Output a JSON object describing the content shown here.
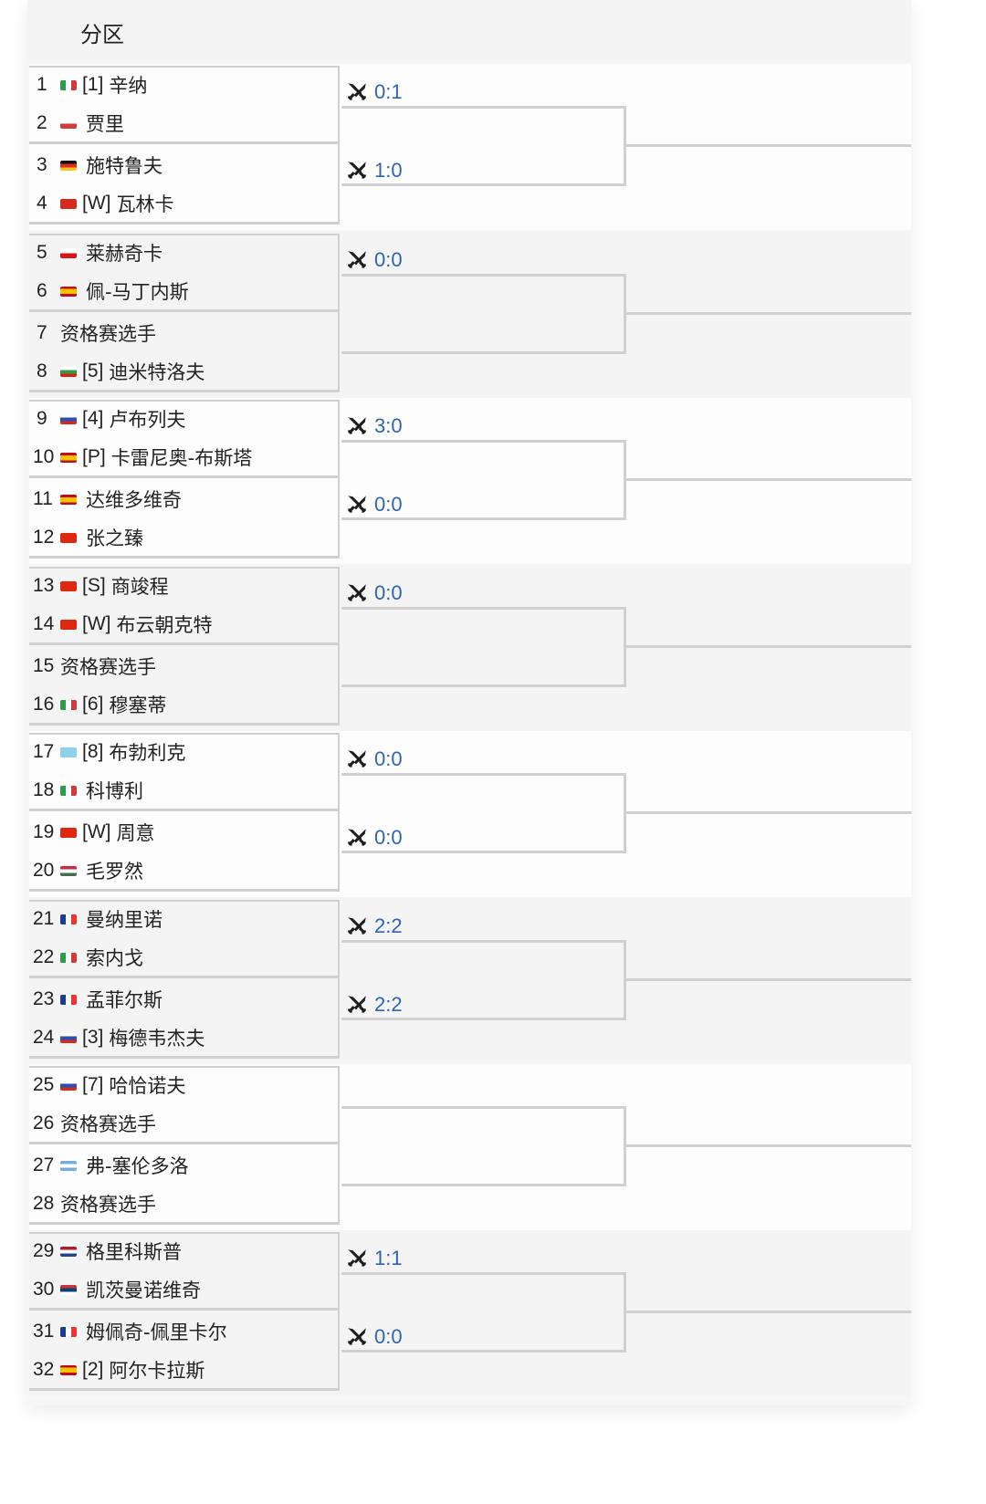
{
  "header": {
    "title": "分区"
  },
  "colors": {
    "score": "#2e63b5",
    "line": "#d0d0d0"
  },
  "groups": [
    {
      "bg": "white",
      "players": [
        {
          "num": "1",
          "flag": "italy",
          "seed": "[1]",
          "name": "辛纳"
        },
        {
          "num": "2",
          "flag": "chile",
          "seed": "",
          "name": "贾里"
        },
        {
          "num": "3",
          "flag": "germany",
          "seed": "",
          "name": "施特鲁夫"
        },
        {
          "num": "4",
          "flag": "switzerland",
          "seed": "[W]",
          "name": "瓦林卡"
        }
      ],
      "scores": [
        "0:1",
        "1:0"
      ]
    },
    {
      "bg": "grey",
      "players": [
        {
          "num": "5",
          "flag": "czech",
          "seed": "",
          "name": "莱赫奇卡"
        },
        {
          "num": "6",
          "flag": "spain",
          "seed": "",
          "name": "佩-马丁内斯"
        },
        {
          "num": "7",
          "flag": "",
          "seed": "",
          "name": "资格赛选手"
        },
        {
          "num": "8",
          "flag": "bulgaria",
          "seed": "[5]",
          "name": "迪米特洛夫"
        }
      ],
      "scores": [
        "0:0",
        ""
      ]
    },
    {
      "bg": "white",
      "players": [
        {
          "num": "9",
          "flag": "russia",
          "seed": "[4]",
          "name": "卢布列夫"
        },
        {
          "num": "10",
          "flag": "spain",
          "seed": "[P]",
          "name": "卡雷尼奥-布斯塔"
        },
        {
          "num": "11",
          "flag": "spain",
          "seed": "",
          "name": "达维多维奇"
        },
        {
          "num": "12",
          "flag": "china",
          "seed": "",
          "name": "张之臻"
        }
      ],
      "scores": [
        "3:0",
        "0:0"
      ]
    },
    {
      "bg": "grey",
      "players": [
        {
          "num": "13",
          "flag": "china",
          "seed": "[S]",
          "name": "商竣程"
        },
        {
          "num": "14",
          "flag": "china",
          "seed": "[W]",
          "name": "布云朝克特"
        },
        {
          "num": "15",
          "flag": "",
          "seed": "",
          "name": "资格赛选手"
        },
        {
          "num": "16",
          "flag": "italy",
          "seed": "[6]",
          "name": "穆塞蒂"
        }
      ],
      "scores": [
        "0:0",
        ""
      ]
    },
    {
      "bg": "white",
      "players": [
        {
          "num": "17",
          "flag": "kazakhstan",
          "seed": "[8]",
          "name": "布勃利克"
        },
        {
          "num": "18",
          "flag": "italy",
          "seed": "",
          "name": "科博利"
        },
        {
          "num": "19",
          "flag": "china",
          "seed": "[W]",
          "name": "周意"
        },
        {
          "num": "20",
          "flag": "hungary",
          "seed": "",
          "name": "毛罗然"
        }
      ],
      "scores": [
        "0:0",
        "0:0"
      ]
    },
    {
      "bg": "grey",
      "players": [
        {
          "num": "21",
          "flag": "france",
          "seed": "",
          "name": "曼纳里诺"
        },
        {
          "num": "22",
          "flag": "italy",
          "seed": "",
          "name": "索内戈"
        },
        {
          "num": "23",
          "flag": "france",
          "seed": "",
          "name": "孟菲尔斯"
        },
        {
          "num": "24",
          "flag": "russia",
          "seed": "[3]",
          "name": "梅德韦杰夫"
        }
      ],
      "scores": [
        "2:2",
        "2:2"
      ]
    },
    {
      "bg": "white",
      "players": [
        {
          "num": "25",
          "flag": "russia",
          "seed": "[7]",
          "name": "哈恰诺夫"
        },
        {
          "num": "26",
          "flag": "",
          "seed": "",
          "name": "资格赛选手"
        },
        {
          "num": "27",
          "flag": "argentina",
          "seed": "",
          "name": "弗-塞伦多洛"
        },
        {
          "num": "28",
          "flag": "",
          "seed": "",
          "name": "资格赛选手"
        }
      ],
      "scores": [
        "",
        ""
      ]
    },
    {
      "bg": "grey",
      "players": [
        {
          "num": "29",
          "flag": "netherlands",
          "seed": "",
          "name": "格里科斯普"
        },
        {
          "num": "30",
          "flag": "serbia",
          "seed": "",
          "name": "凯茨曼诺维奇"
        },
        {
          "num": "31",
          "flag": "france",
          "seed": "",
          "name": "姆佩奇-佩里卡尔"
        },
        {
          "num": "32",
          "flag": "spain",
          "seed": "[2]",
          "name": "阿尔卡拉斯"
        }
      ],
      "scores": [
        "1:1",
        "0:0"
      ]
    }
  ]
}
